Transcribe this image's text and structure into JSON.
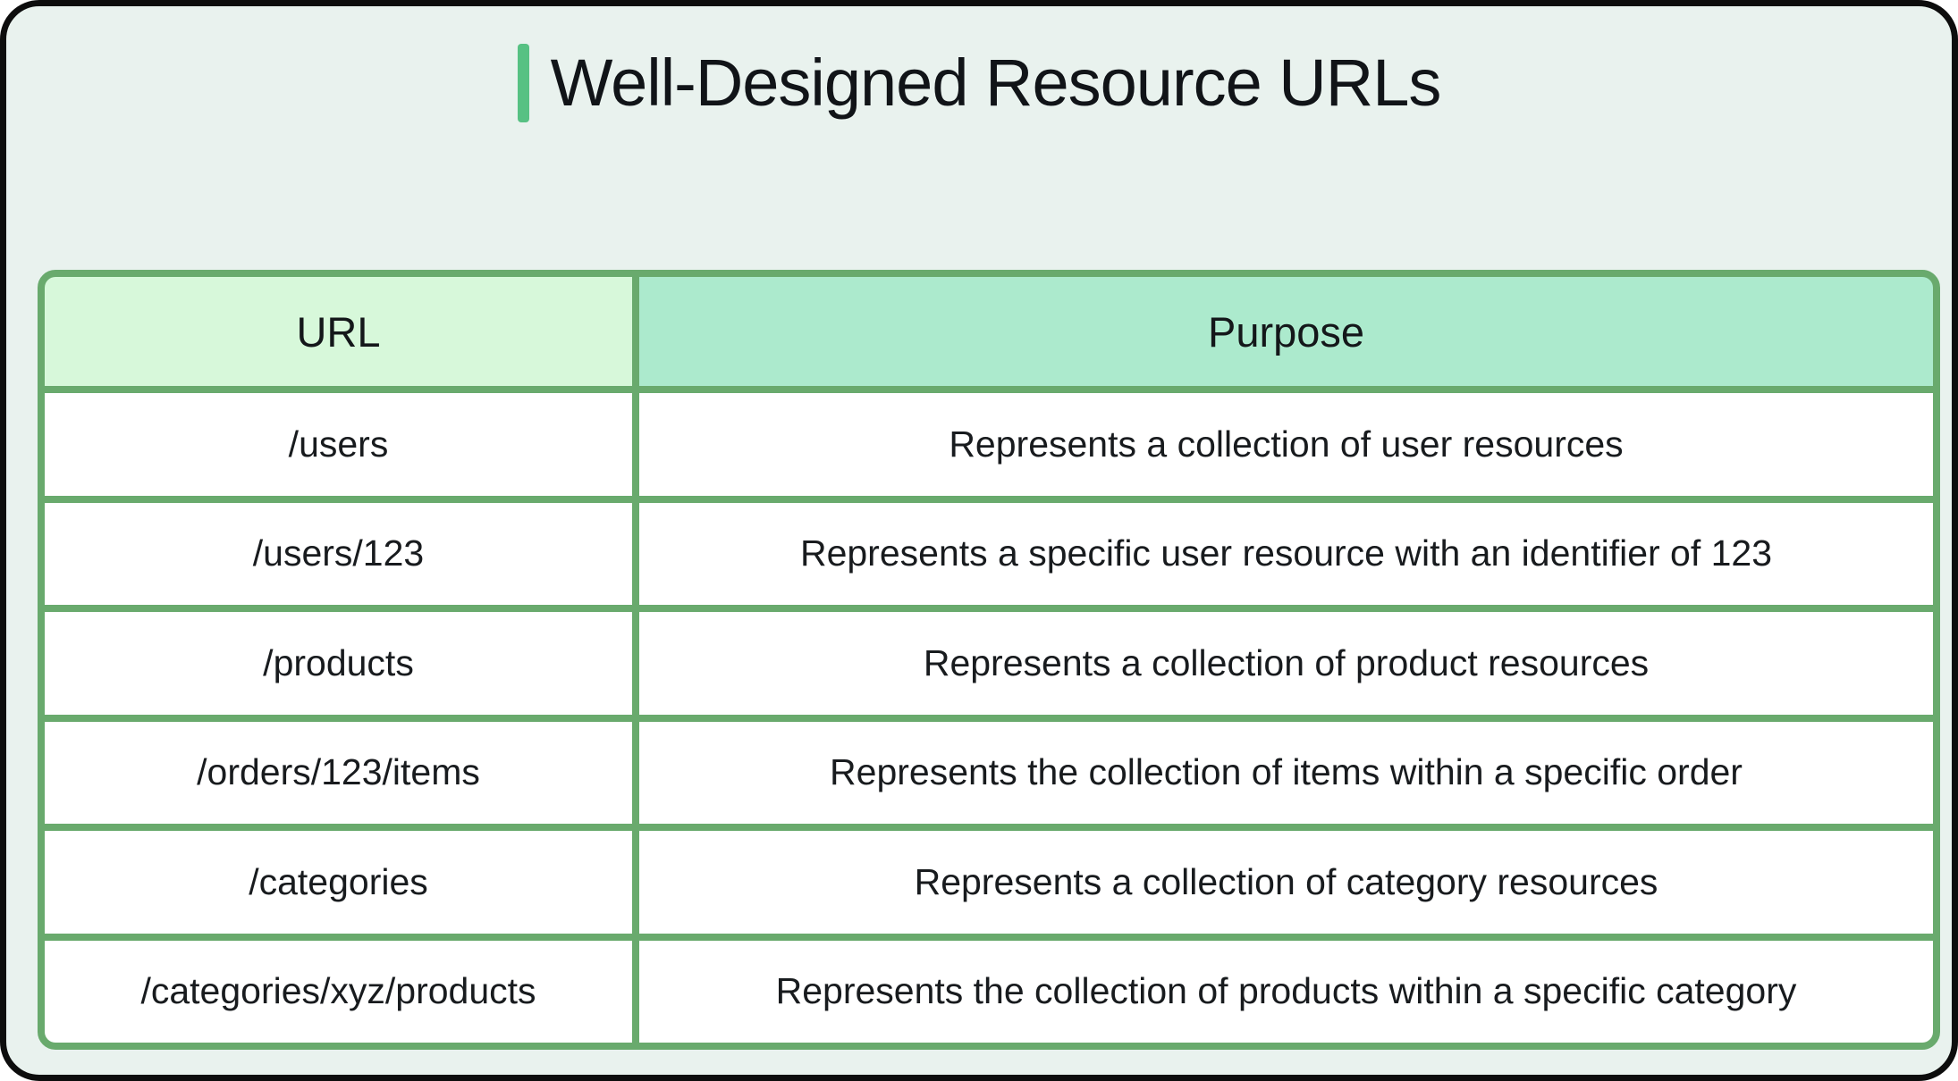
{
  "title": "Well-Designed Resource URLs",
  "table": {
    "headers": [
      "URL",
      "Purpose"
    ],
    "rows": [
      {
        "url": "/users",
        "purpose": "Represents a collection of user resources"
      },
      {
        "url": "/users/123",
        "purpose": "Represents a specific user resource with an identifier of 123"
      },
      {
        "url": "/products",
        "purpose": "Represents a collection of product resources"
      },
      {
        "url": "/orders/123/items",
        "purpose": "Represents the collection of items within a specific order"
      },
      {
        "url": "/categories",
        "purpose": "Represents a collection of category resources"
      },
      {
        "url": "/categories/xyz/products",
        "purpose": "Represents the collection of products within a specific category"
      }
    ]
  },
  "colors": {
    "canvas_background": "#e9f2ee",
    "outer_outline": "#0d0d0d",
    "title_accent": "#57c183",
    "table_border": "#69aa6d",
    "header_url_background": "#d7f8da",
    "header_purpose_background": "#aceacd",
    "cell_background": "#ffffff",
    "text": "#14171a"
  }
}
